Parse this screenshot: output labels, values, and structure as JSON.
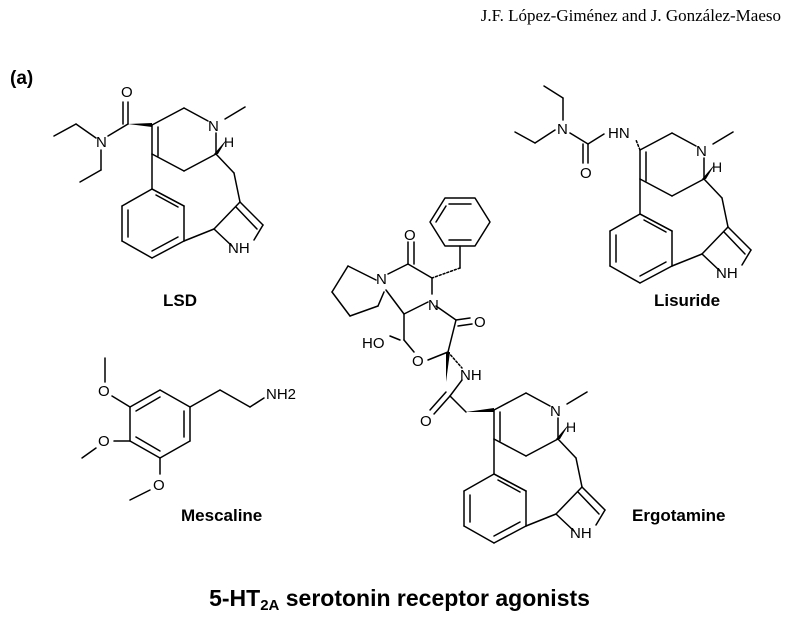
{
  "header": "J.F. López-Giménez and J. González-Maeso",
  "panel_label": "(a)",
  "molecules": [
    {
      "name": "LSD"
    },
    {
      "name": "Lisuride"
    },
    {
      "name": "Mescaline"
    },
    {
      "name": "Ergotamine"
    }
  ],
  "atoms": {
    "o": "O",
    "n": "N",
    "h": "H",
    "nh": "NH",
    "hn": "HN",
    "nh2": "NH2",
    "ho": "HO"
  },
  "caption": {
    "main": "5-HT",
    "sub": "2A",
    "rest": " serotonin receptor agonists"
  }
}
